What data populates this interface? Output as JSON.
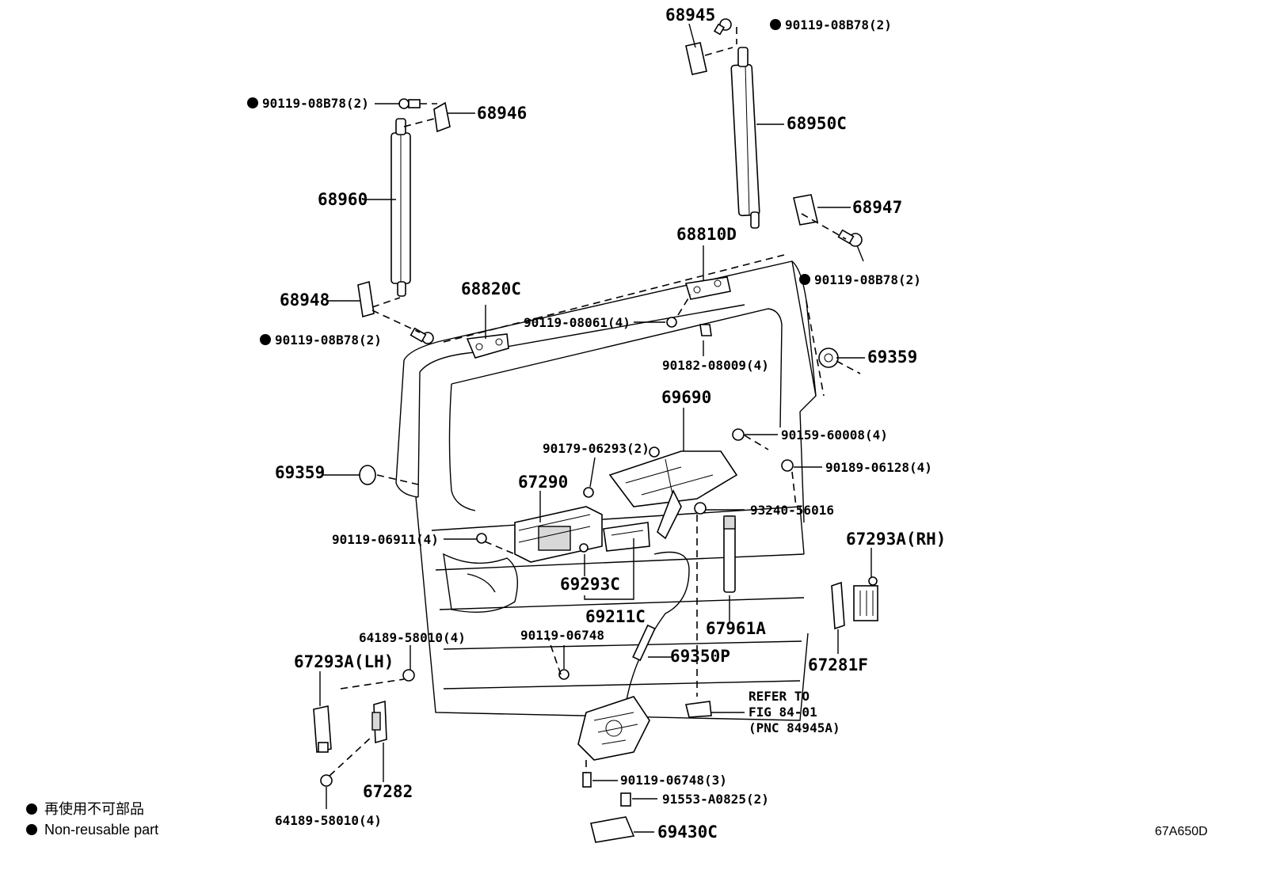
{
  "labels": {
    "p68945": "68945",
    "p90119_08b78_top": "90119-08B78(2)",
    "p90119_08b78_left": "90119-08B78(2)",
    "p68946": "68946",
    "p68950c": "68950C",
    "p68960": "68960",
    "p68947": "68947",
    "p68810d": "68810D",
    "p90119_08b78_right": "90119-08B78(2)",
    "p68948": "68948",
    "p68820c": "68820C",
    "p90119_08061": "90119-08061(4)",
    "p90119_08b78_lower": "90119-08B78(2)",
    "p90182_08009": "90182-08009(4)",
    "p69359_right": "69359",
    "p69690": "69690",
    "p90179_06293": "90179-06293(2)",
    "p90159_60008": "90159-60008(4)",
    "p69359_left": "69359",
    "p67290": "67290",
    "p90189_06128": "90189-06128(4)",
    "p93240_56016": "93240-56016",
    "p90119_06911": "90119-06911(4)",
    "p67293a_rh": "67293A(RH)",
    "p69293c": "69293C",
    "p69211c": "69211C",
    "p67961a": "67961A",
    "p90119_06748": "90119-06748",
    "p64189_58010_upper": "64189-58010(4)",
    "p69350p": "69350P",
    "p67281f": "67281F",
    "p67293a_lh": "67293A(LH)",
    "refer_line1": "REFER TO",
    "refer_line2": "FIG 84-01",
    "refer_line3": "(PNC 84945A)",
    "p67282": "67282",
    "p90119_06748_3": "90119-06748(3)",
    "p91553_a0825": "91553-A0825(2)",
    "p64189_58010_lower": "64189-58010(4)",
    "p69430c": "69430C"
  },
  "legend": {
    "japanese": "再使用不可部品",
    "english": "Non-reusable part"
  },
  "figure_code": "67A650D"
}
